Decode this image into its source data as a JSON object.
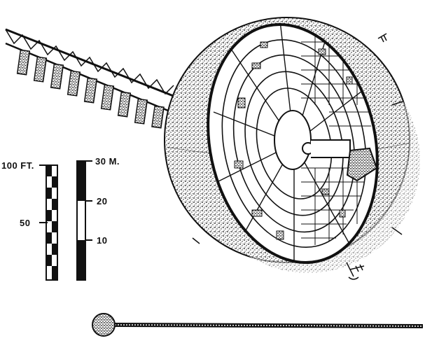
{
  "scale_bars": {
    "feet": {
      "top_label": "100 FT.",
      "mid_label": "50"
    },
    "meters": {
      "top_label": "30 M.",
      "label_20": "20",
      "label_10": "10"
    }
  },
  "colors": {
    "ink": "#111111",
    "paper": "#ffffff"
  }
}
